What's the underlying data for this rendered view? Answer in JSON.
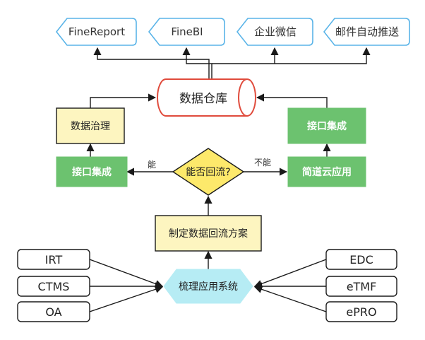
{
  "diagram": {
    "outputs": [
      "FineReport",
      "FineBI",
      "企业微信",
      "邮件自动推送"
    ],
    "warehouse": "数据仓库",
    "governance": "数据治理",
    "interface_left": "接口集成",
    "interface_right": "接口集成",
    "decision": "能否回流?",
    "edge_yes": "能",
    "edge_no": "不能",
    "jiandao": "简道云应用",
    "plan": "制定数据回流方案",
    "sort_systems": "梳理应用系统",
    "left_systems": [
      "IRT",
      "CTMS",
      "OA"
    ],
    "right_systems": [
      "EDC",
      "eTMF",
      "ePRO"
    ]
  },
  "colors": {
    "output_border": "#5ab4e8",
    "warehouse_border": "#e04b3c",
    "governance_fill": "#fdf5c0",
    "green_fill": "#6cc26f",
    "decision_fill": "#fde96b",
    "hexagon_fill": "#b6ecf4",
    "line": "#1a1a1a"
  }
}
